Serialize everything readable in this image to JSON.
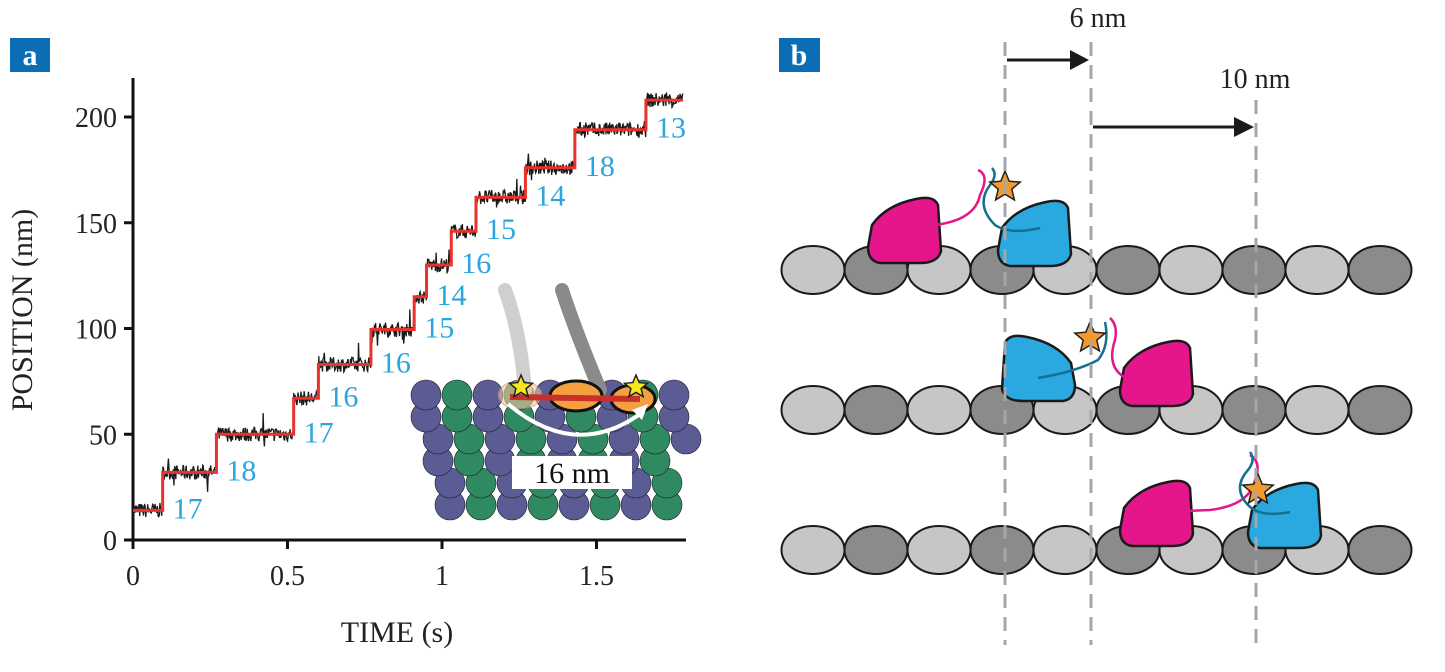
{
  "panels": {
    "a": {
      "label": "a"
    },
    "b": {
      "label": "b",
      "arrow_small_label": "6 nm",
      "arrow_large_label": "10 nm",
      "filament_rows": 3
    }
  },
  "inset": {
    "label": "16 nm"
  },
  "colors": {
    "panel_badge": "#0b6db4",
    "step_fit": "#e8322b",
    "trace": "#1a1a1a",
    "step_label": "#2aa6df",
    "head_magenta": "#e5168b",
    "head_blue": "#2aa8e0",
    "fluor_star": "#f29a2e",
    "subunit_light": "#c6c6c6",
    "subunit_dark": "#8b8b8b",
    "guide_line": "#a3a6ab"
  },
  "chart_data": {
    "type": "line",
    "title": "",
    "xlabel": "TIME (s)",
    "ylabel": "POSITION (nm)",
    "xlim": [
      0,
      1.78
    ],
    "ylim": [
      0,
      215
    ],
    "xticks": [
      "0",
      "0.5",
      "1",
      "1.5"
    ],
    "xtick_values": [
      0,
      0.5,
      1,
      1.5
    ],
    "yticks": [
      "0",
      "50",
      "100",
      "150",
      "200"
    ],
    "ytick_values": [
      0,
      50,
      100,
      150,
      200
    ],
    "grid": false,
    "series": [
      {
        "name": "step fit",
        "step_times": [
          0.096,
          0.27,
          0.52,
          0.6,
          0.77,
          0.91,
          0.95,
          1.03,
          1.11,
          1.27,
          1.43,
          1.66
        ],
        "levels": [
          14,
          32,
          50,
          67,
          83,
          99.5,
          115,
          130,
          146,
          162,
          176,
          194,
          208
        ],
        "end_time": 1.78
      }
    ],
    "step_sizes": [
      "17",
      "18",
      "17",
      "16",
      "16",
      "15",
      "14",
      "16",
      "15",
      "14",
      "18",
      "13"
    ]
  }
}
